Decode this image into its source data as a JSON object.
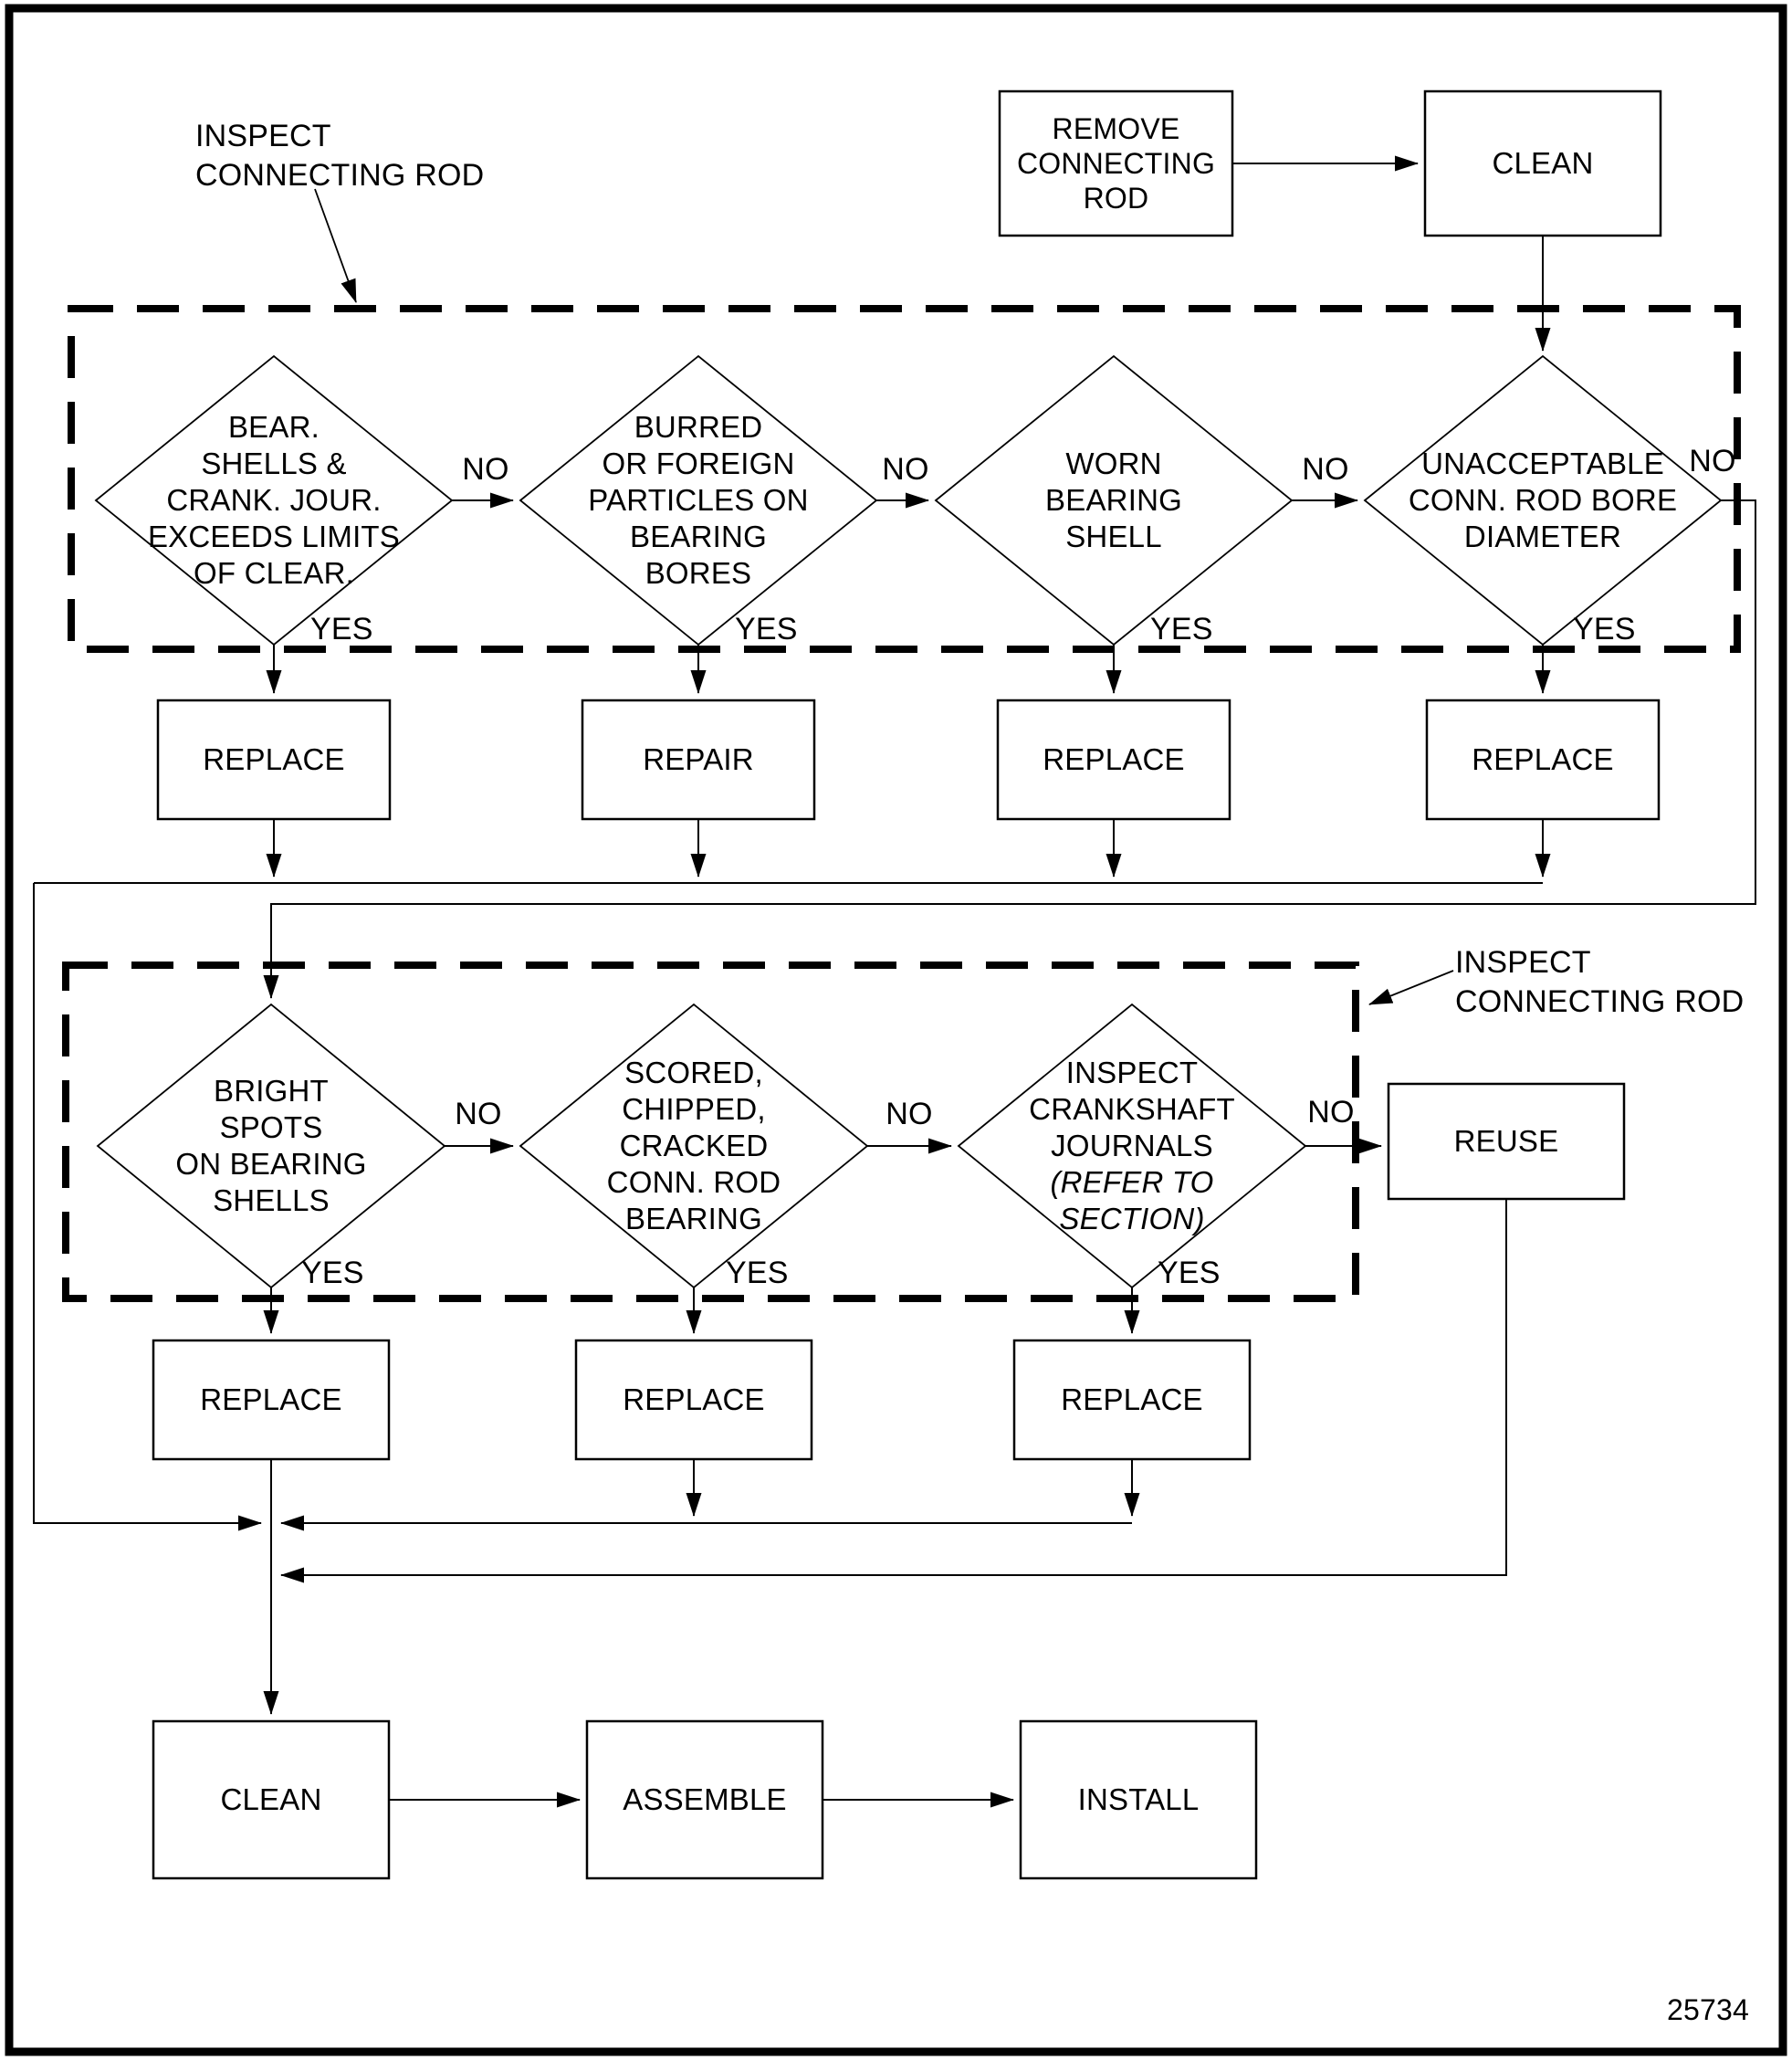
{
  "colors": {
    "ink": "#000000",
    "paper": "#ffffff"
  },
  "figure_number": "25734",
  "labels": {
    "no": "NO",
    "yes": "YES",
    "inspect_connecting_rod_top": "INSPECT\nCONNECTING ROD",
    "inspect_connecting_rod_side": "INSPECT\nCONNECTING ROD"
  },
  "top_row": {
    "remove": "REMOVE\nCONNECTING\nROD",
    "clean": "CLEAN"
  },
  "row1": {
    "diamonds": [
      {
        "text": "BEAR.\nSHELLS &\nCRANK. JOUR.\nEXCEEDS LIMITS\nOF CLEAR."
      },
      {
        "text": "BURRED\nOR FOREIGN\nPARTICLES ON\nBEARING\nBORES"
      },
      {
        "text": "WORN\nBEARING\nSHELL"
      },
      {
        "text": "UNACCEPTABLE\nCONN. ROD BORE\nDIAMETER"
      }
    ],
    "actions": [
      "REPLACE",
      "REPAIR",
      "REPLACE",
      "REPLACE"
    ]
  },
  "row2": {
    "diamonds": [
      {
        "text": "BRIGHT\nSPOTS\nON BEARING\nSHELLS"
      },
      {
        "text": "SCORED,\nCHIPPED,\nCRACKED\nCONN. ROD\nBEARING"
      },
      {
        "text": "INSPECT\nCRANKSHAFT\nJOURNALS",
        "refer": "(REFER TO\nSECTION)"
      }
    ],
    "actions": [
      "REPLACE",
      "REPLACE",
      "REPLACE"
    ],
    "reuse": "REUSE"
  },
  "bottom_row": [
    "CLEAN",
    "ASSEMBLE",
    "INSTALL"
  ]
}
